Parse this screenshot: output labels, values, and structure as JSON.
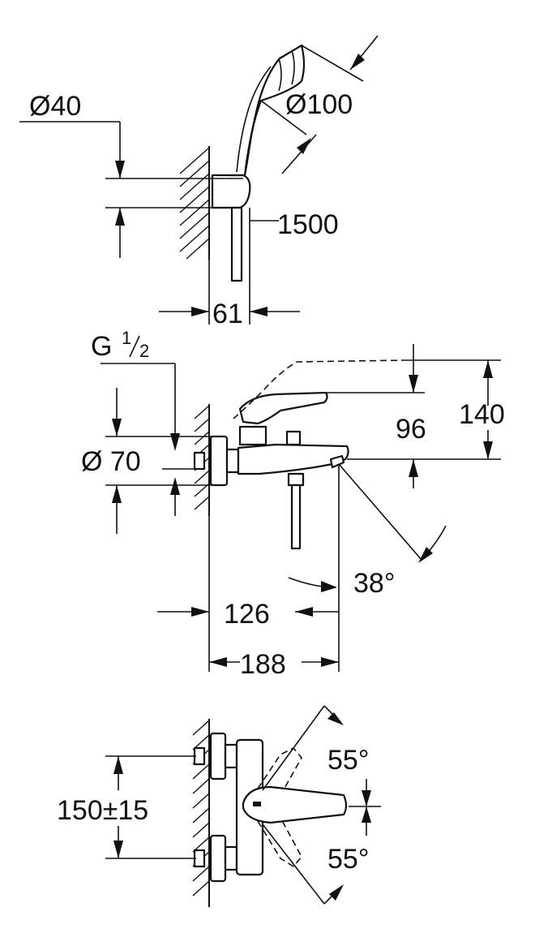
{
  "shower_set": {
    "holder_diameter": "Ø40",
    "handshower_diameter": "Ø100",
    "hose_length": "1500",
    "projection": "61"
  },
  "mixer_side": {
    "thread_label": "G",
    "thread_fraction_num": "1",
    "thread_fraction_den": "2",
    "escutcheon_diameter": "Ø 70",
    "lever_height_small": "96",
    "lever_height_total": "140",
    "spout_angle": "38°",
    "spout_reach": "126",
    "total_depth": "188"
  },
  "mixer_top": {
    "center_distance": "150±15",
    "lever_angle_up": "55°",
    "lever_angle_down": "55°"
  }
}
